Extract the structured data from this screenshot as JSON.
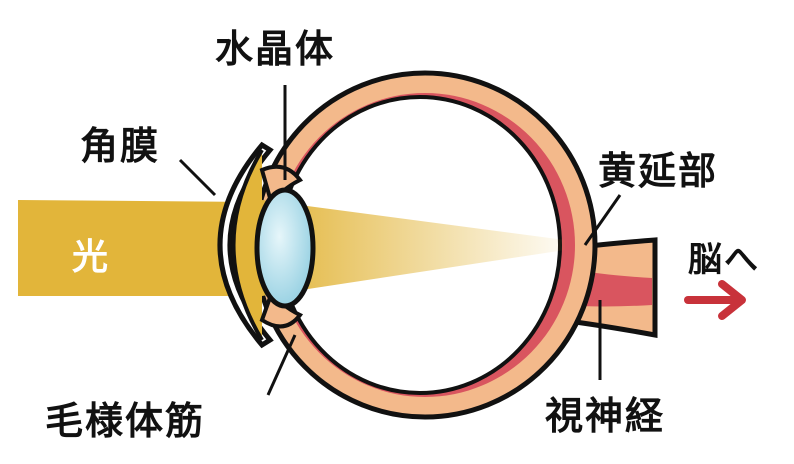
{
  "labels": {
    "lens": "水晶体",
    "cornea": "角膜",
    "light": "光",
    "macula": "黄延部",
    "to_brain": "脳へ",
    "ciliary_muscle": "毛様体筋",
    "optic_nerve": "視神経"
  },
  "colors": {
    "light_beam": "#e2b53a",
    "sclera": "#f3b98b",
    "retina": "#d9555f",
    "lens": "#a9dbe8",
    "arrow": "#c8323a"
  }
}
